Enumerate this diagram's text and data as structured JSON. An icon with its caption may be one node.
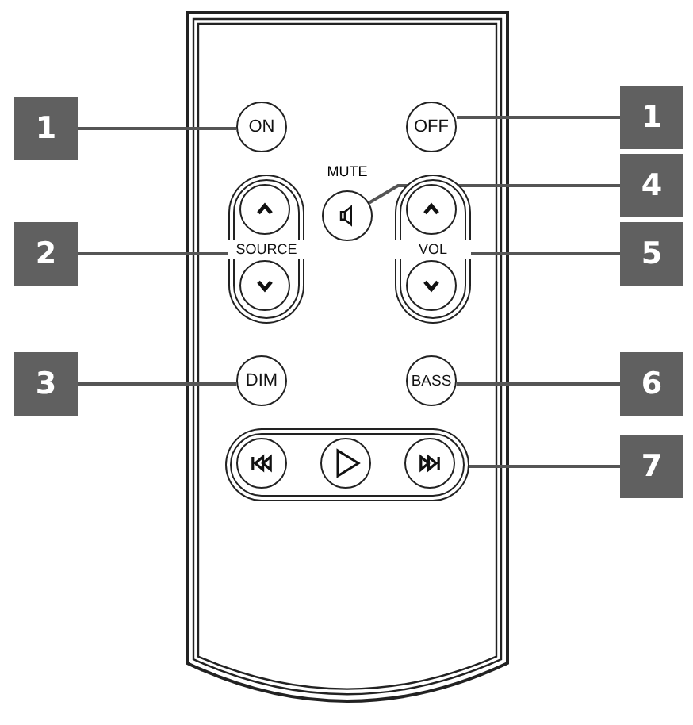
{
  "diagram": {
    "nodes": [
      {
        "text": [
          "1"
        ]
      },
      {
        "text": [
          "ON"
        ]
      },
      {
        "text": [
          "OFF"
        ]
      },
      {
        "text": [
          "1"
        ]
      },
      {
        "text": [
          "MUTE"
        ]
      },
      {
        "text": [
          "4"
        ]
      },
      {
        "text": [
          "2"
        ]
      },
      {
        "text": [
          "SOURCE"
        ]
      },
      {
        "text": [],
        "shape": "circle",
        "in": 7
      },
      {
        "text": [],
        "shape": "circle",
        "in": 7
      },
      {
        "text": [
          "VOL"
        ]
      },
      {
        "text": [],
        "shape": "circle",
        "in": 10
      },
      {
        "text": [],
        "shape": "circle",
        "in": 10
      },
      {
        "text": [
          "5"
        ]
      },
      {
        "text": [
          "3"
        ]
      },
      {
        "text": [
          "DIM"
        ]
      },
      {
        "text": [
          "BASS"
        ]
      },
      {
        "text": [
          "6"
        ]
      },
      {
        "text": [],
        "shape": "box"
      },
      {
        "text": [],
        "shape": "circle",
        "in": 18
      },
      {
        "text": [],
        "shape": "circle",
        "in": 18
      },
      {
        "text": [],
        "shape": "circle",
        "in": 18
      },
      {
        "text": [
          "7"
        ]
      }
    ],
    "edges": [
      {
        "from": 0,
        "to": 1,
        "arrow": "none"
      },
      {
        "from": 3,
        "to": 2,
        "arrow": "none"
      },
      {
        "from": 5,
        "to": 4,
        "arrow": "none"
      },
      {
        "from": 6,
        "to": 7,
        "arrow": "none"
      },
      {
        "from": 13,
        "to": 10,
        "arrow": "none"
      },
      {
        "from": 14,
        "to": 15,
        "arrow": "none"
      },
      {
        "from": 17,
        "to": 16,
        "arrow": "none"
      },
      {
        "from": 22,
        "to": 21,
        "arrow": "none"
      }
    ]
  }
}
